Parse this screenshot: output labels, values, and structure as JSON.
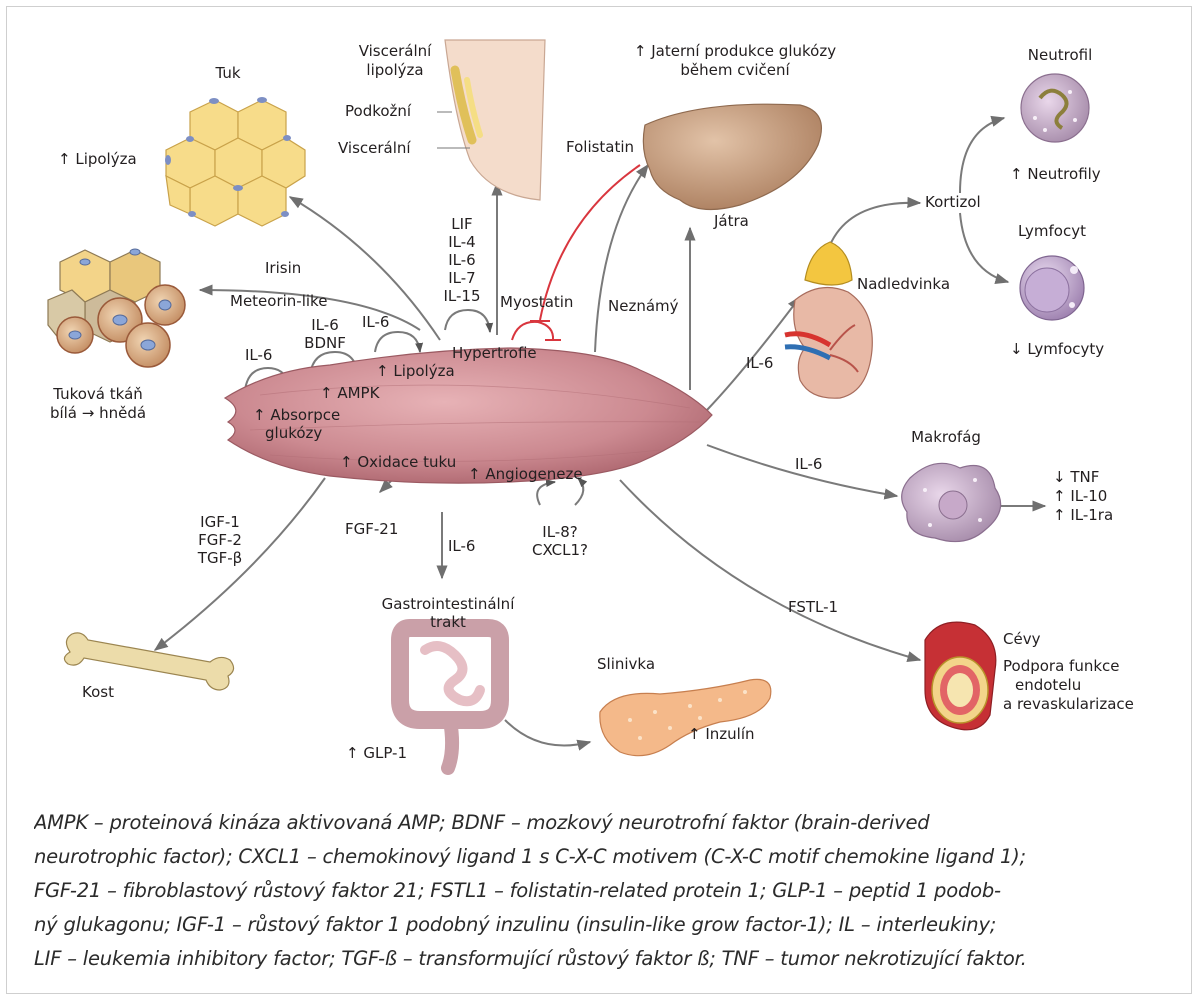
{
  "labels": {
    "tuk": "Tuk",
    "lipolyza_tuk": "↑ Lipolýza",
    "visceralni_lipolyza": [
      "Viscerální",
      "lipolýza"
    ],
    "podkozni": "Podkožní",
    "visceralni": "Viscerální",
    "jaterni_produkce": [
      "↑ Jaterní produkce glukózy",
      "během cvičení"
    ],
    "neutrofil": "Neutrofil",
    "neutrofily": "↑ Neutrofily",
    "folistatin": "Folistatin",
    "jatra": "Játra",
    "kortizol": "Kortizol",
    "lymfocyt": "Lymfocyt",
    "nadledvinka": "Nadledvinka",
    "lymfocyty": "↓ Lymfocyty",
    "irisin": "Irisin",
    "meteorin": "Meteorin-like",
    "lif_group": [
      "LIF",
      "IL-4",
      "IL-6",
      "IL-7",
      "IL-15"
    ],
    "myostatin": "Myostatin",
    "neznamy": "Neznámý",
    "il6_bdnf": [
      "IL-6",
      "BDNF"
    ],
    "il6_a": "IL-6",
    "il6_b": "IL-6",
    "il6_kidney": "IL-6",
    "hypertrofie": "Hypertrofie",
    "lipolyza_muscle": "↑ Lipolýza",
    "ampk": "↑ AMPK",
    "absorpce": [
      "↑ Absorpce",
      "glukózy"
    ],
    "tukova_tkan": [
      "Tuková tkáň",
      "bílá → hnědá"
    ],
    "oxidace": "↑ Oxidace tuku",
    "angiogeneze": "↑ Angiogeneze",
    "makrofag": "Makrofág",
    "il6_macro": "IL-6",
    "macro_effects": [
      "↓ TNF",
      "↑ IL-10",
      "↑ IL-1ra"
    ],
    "igf_group": [
      "IGF-1",
      "FGF-2",
      "TGF-β"
    ],
    "fgf21": "FGF-21",
    "il6_gi": "IL-6",
    "il8": [
      "IL-8?",
      "CXCL1?"
    ],
    "gi": [
      "Gastrointestinální",
      "trakt"
    ],
    "fstl1": "FSTL-1",
    "slinivka": "Slinivka",
    "cevy": "Cévy",
    "cevy_effect": [
      "Podpora funkce",
      "endotelu",
      "a revaskularizace"
    ],
    "kost": "Kost",
    "inzulin": "↑ Inzulín",
    "glp1": "↑ GLP-1"
  },
  "legend": [
    "AMPK – proteinová kináza aktivovaná AMP; BDNF – mozkový neurotrofní faktor (brain-derived",
    "neurotrophic factor); CXCL1 – chemokinový ligand 1 s C-X-C motivem (C-X-C motif chemokine ligand 1);",
    "FGF-21 – fibroblastový růstový faktor 21; FSTL1 – folistatin-related protein 1; GLP-1 – peptid 1 podob-",
    "ný glukagonu; IGF-1 – růstový faktor 1 podobný inzulinu (insulin-like grow factor-1); IL – interleukiny;",
    "LIF – leukemia inhibitory factor; TGF-ß – transformující růstový faktor ß; TNF – tumor nekrotizující faktor."
  ],
  "colors": {
    "muscle": "#c9848c",
    "fat": "#f7dc8a",
    "liver": "#c69a78",
    "arrow": "#7a7a7a",
    "inhibit": "#d9363e",
    "immune": "#b79ab9"
  }
}
